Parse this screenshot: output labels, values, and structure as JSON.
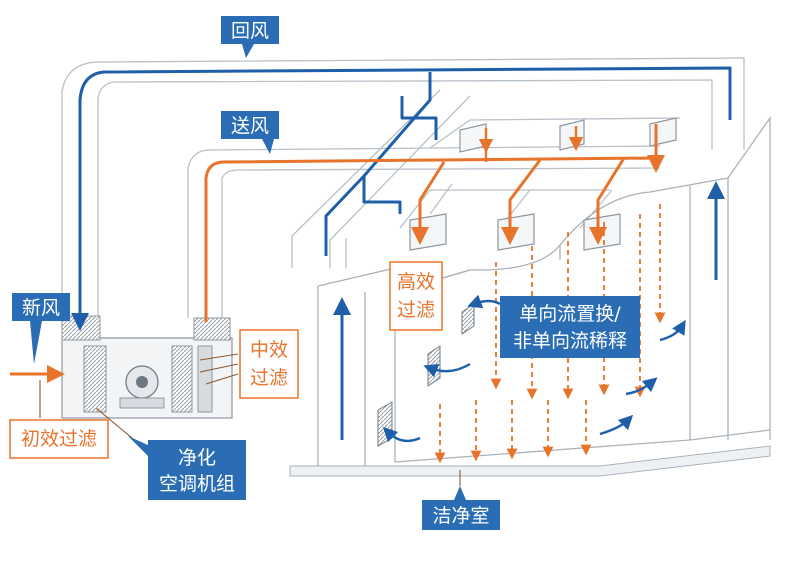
{
  "labels": {
    "return_air": "回风",
    "supply_air": "送风",
    "fresh_air": "新风",
    "primary_filter": "初效过滤",
    "medium_filter": [
      "中效",
      "过滤"
    ],
    "hepa_filter": [
      "高效",
      "过滤"
    ],
    "ahu": [
      "净化",
      "空调机组"
    ],
    "flow_mode": [
      "单向流置换/",
      "非单向流稀释"
    ],
    "cleanroom": "洁净室"
  },
  "colors": {
    "return_air": "#1f5faa",
    "supply_air": "#e8732a",
    "label_blue": "#2a6db5",
    "duct_outline": "#b8c0c8"
  },
  "icons": [
    "fan-icon",
    "filter-icon",
    "hepa-box-icon",
    "exhaust-grille-icon"
  ]
}
